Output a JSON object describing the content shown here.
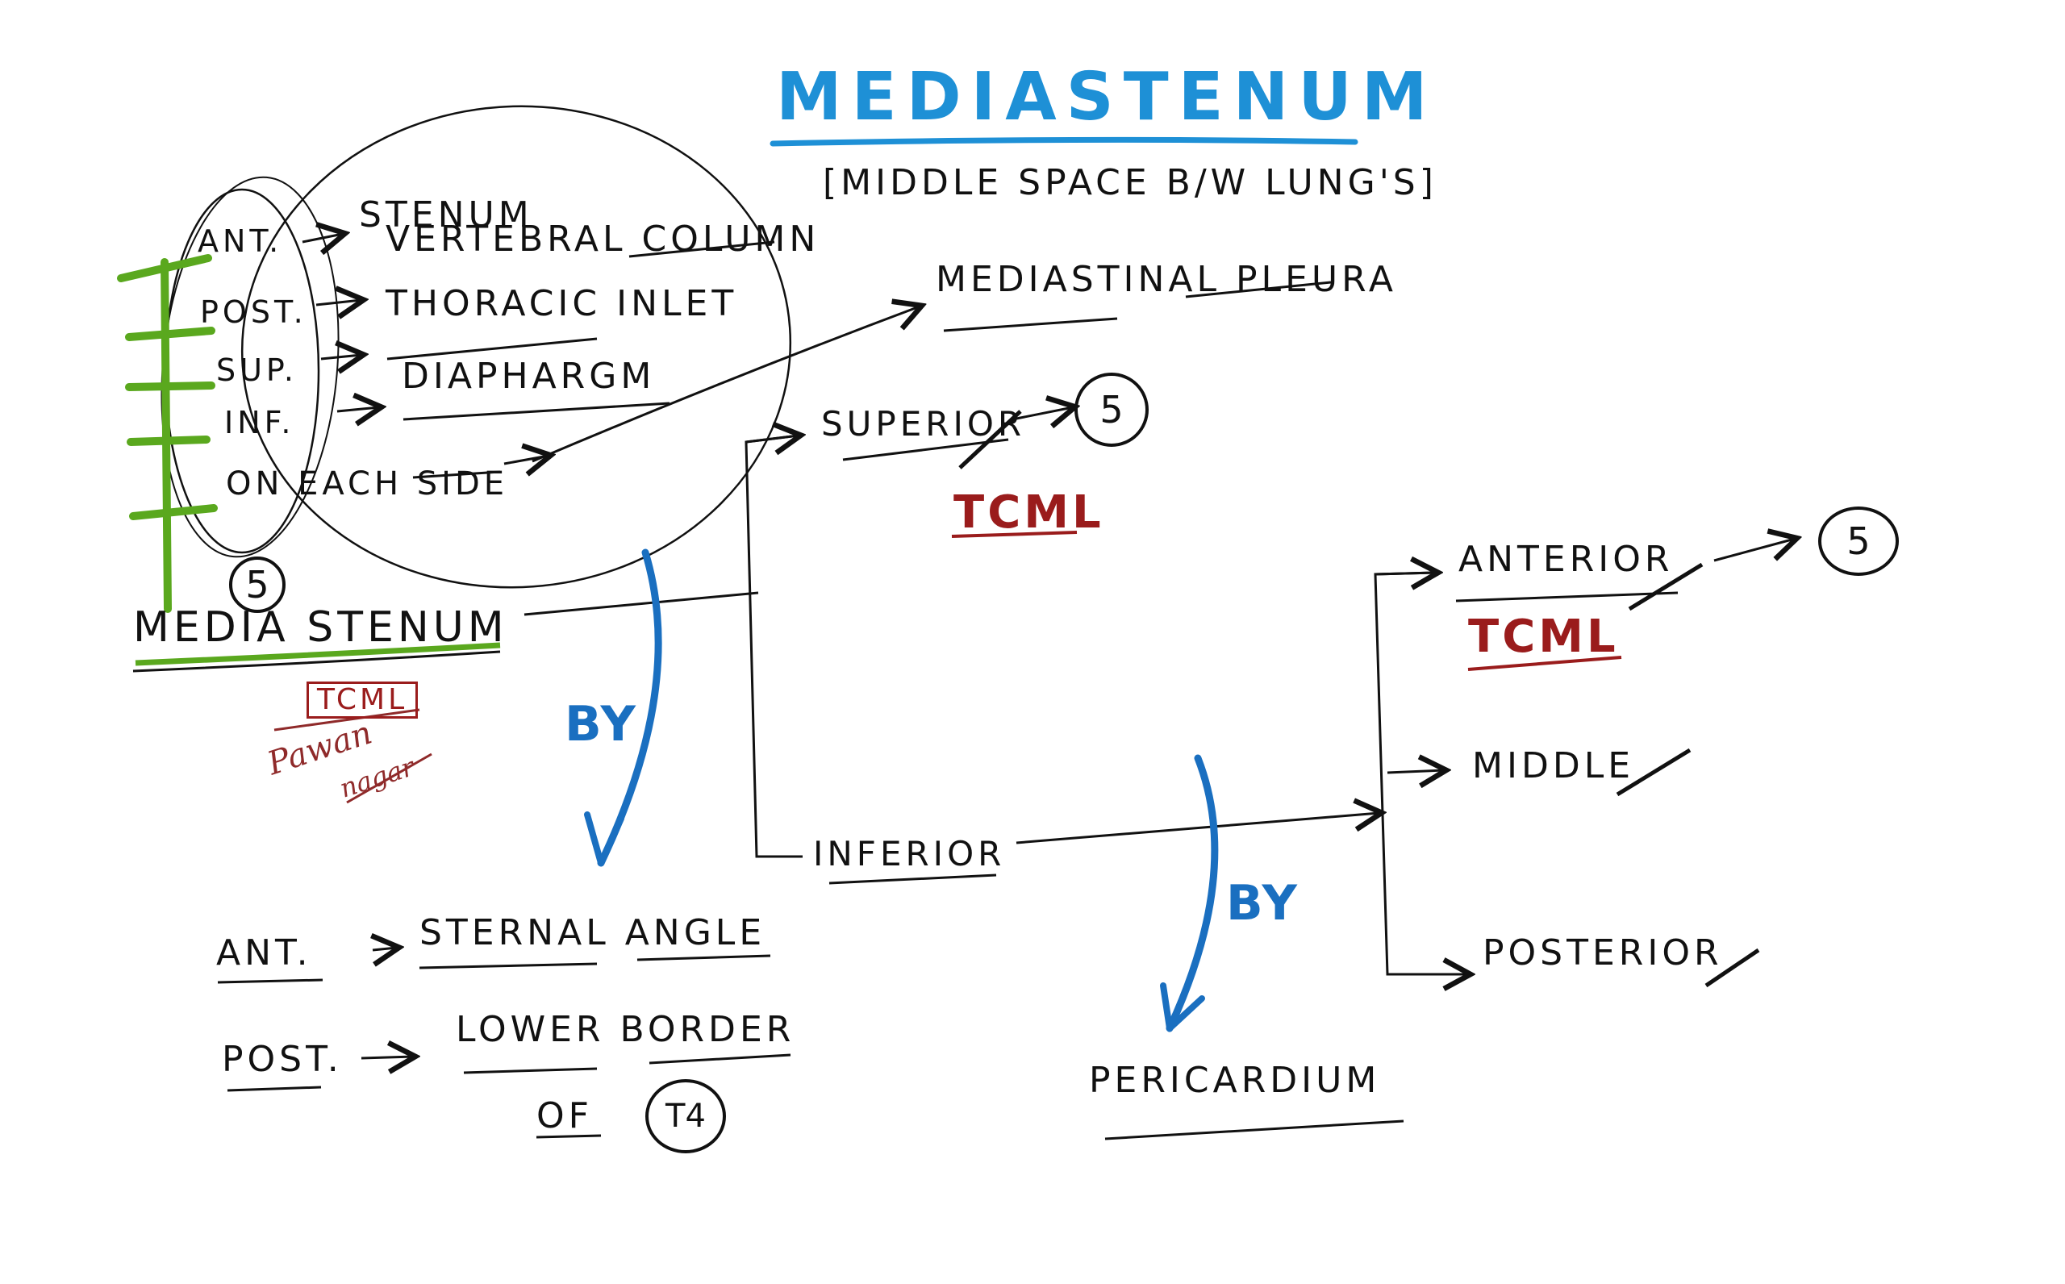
{
  "title": "MEDIASTENUM",
  "subtitle": "[MIDDLE SPACE B/W LUNG'S]",
  "boundaries": {
    "ant_label": "ANT.",
    "ant_value": "STENUM",
    "post_label": "POST.",
    "post_value": "VERTEBRAL COLUMN",
    "sup_label": "SUP.",
    "sup_value": "THORACIC INLET",
    "inf_label": "INF.",
    "inf_value": "DIAPHARGM",
    "side_label": "ON EACH SIDE",
    "count": "5"
  },
  "pleura": "MEDIASTINAL PLEURA",
  "main_label": "MEDIA STENUM",
  "tcml_boxed": "TCML",
  "signature_line1": "Pawan",
  "signature_line2": "nagar",
  "divide_by_left": "BY",
  "divide_by_right": "BY",
  "superior": {
    "label": "SUPERIOR",
    "count": "5",
    "tag": "TCML"
  },
  "inferior": {
    "label": "INFERIOR"
  },
  "plane": {
    "ant_label": "ANT.",
    "ant_value": "STERNAL ANGLE",
    "post_label": "POST.",
    "post_value": "LOWER BORDER",
    "of": "OF",
    "vertebra": "T4"
  },
  "inferior_parts": {
    "anterior": "ANTERIOR",
    "anterior_count": "5",
    "anterior_tag": "TCML",
    "middle": "MIDDLE",
    "posterior": "POSTERIOR"
  },
  "pericardium": "PERICARDIUM",
  "colors": {
    "title": "#1e90d6",
    "ink": "#111111",
    "red": "#9a1c1c",
    "green": "#5aa81e",
    "blue": "#1a6fc0"
  }
}
